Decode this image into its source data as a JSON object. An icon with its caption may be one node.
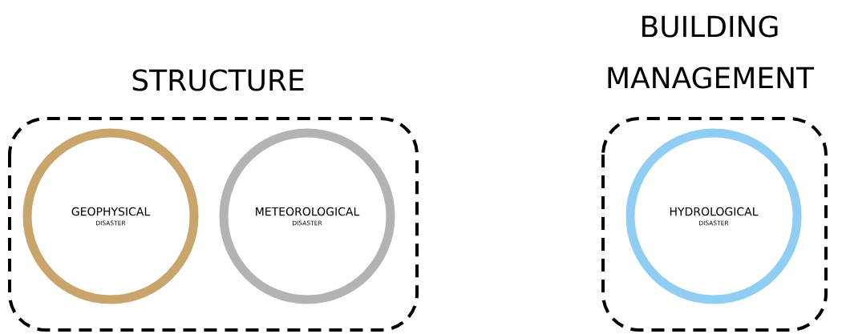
{
  "diagram": {
    "nodes": [
      {
        "text": [
          "STRUCTURE"
        ]
      },
      {
        "text": [
          "GEOPHYSICAL",
          "DISASTER"
        ],
        "in": 0
      },
      {
        "text": [
          "METEOROLOGICAL",
          "DISASTER"
        ],
        "in": 0
      },
      {
        "text": [
          "BUILDING MANAGEMENT"
        ]
      },
      {
        "text": [
          "HYDROLOGICAL",
          "DISASTER"
        ],
        "in": 3
      }
    ]
  }
}
